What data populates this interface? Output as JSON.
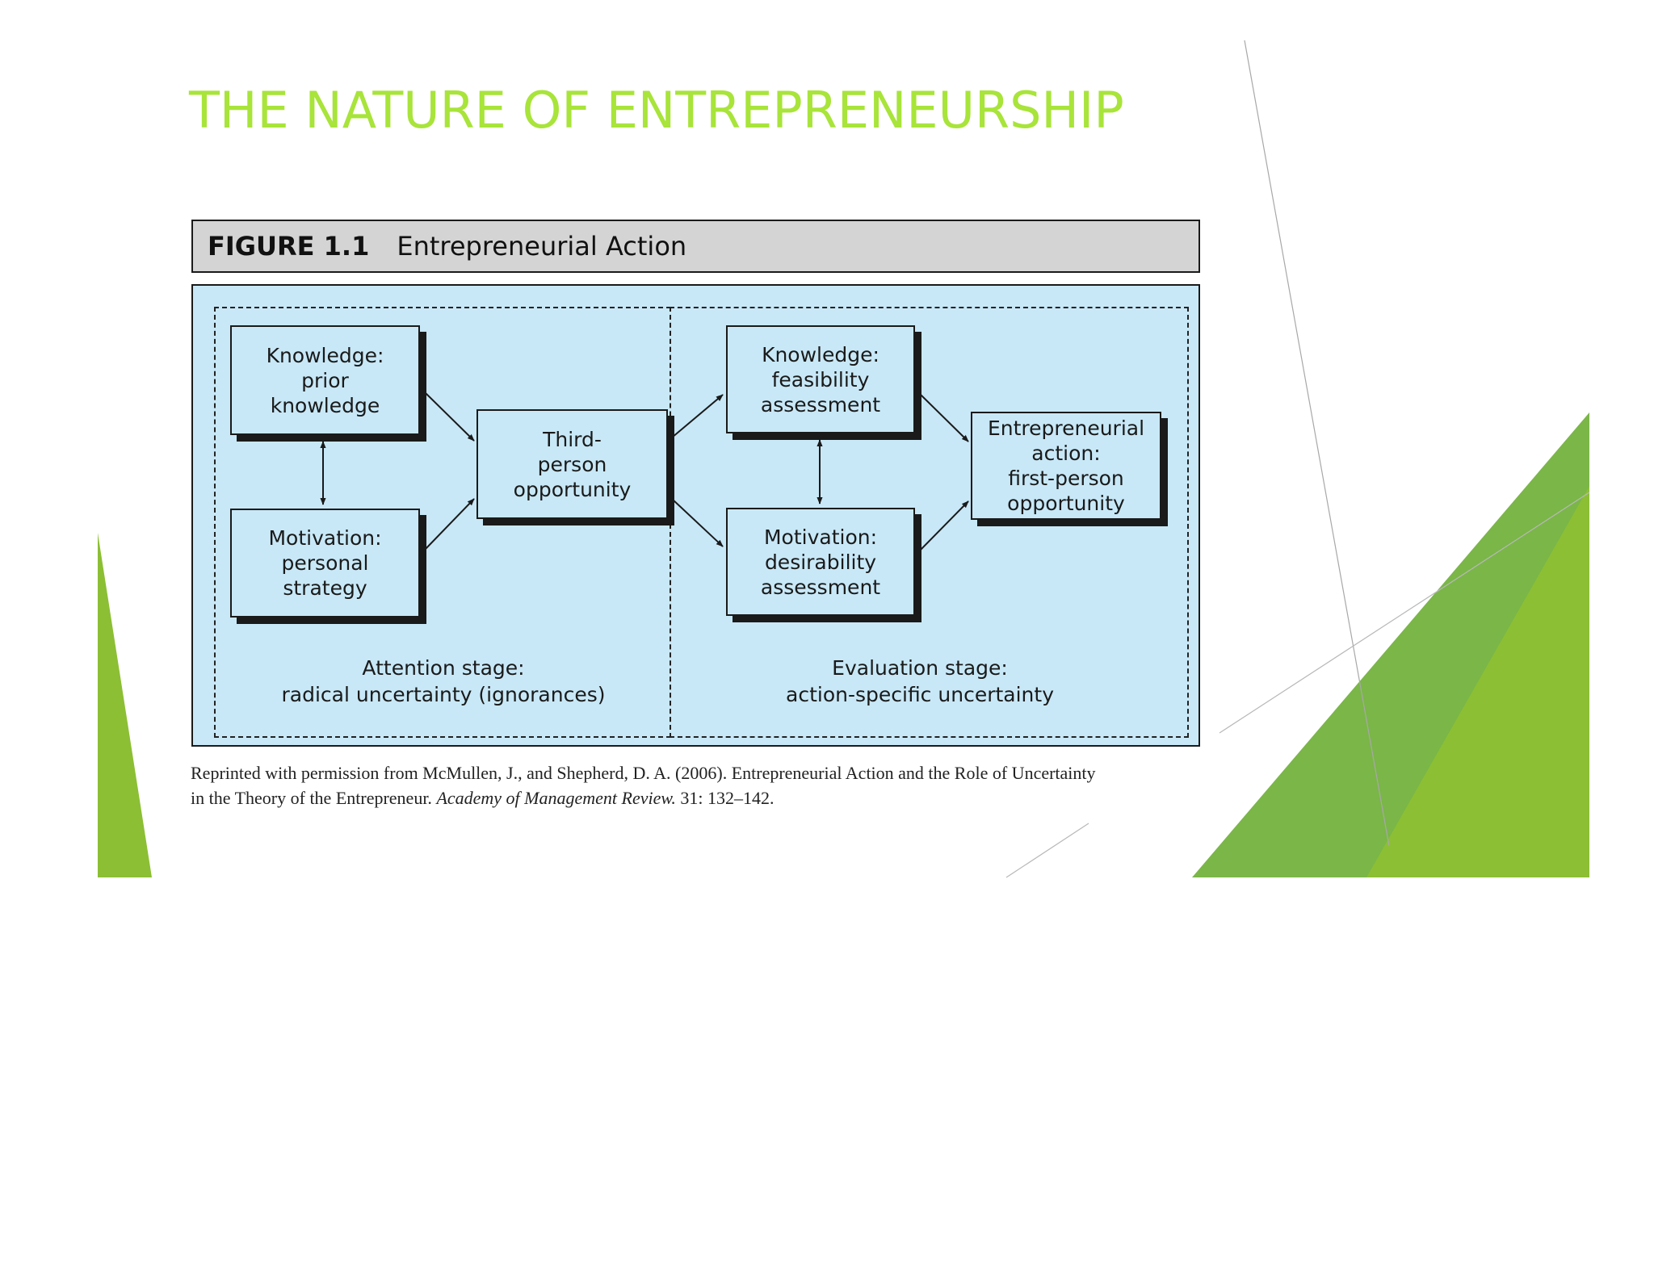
{
  "slide": {
    "title": "THE NATURE OF ENTREPRENEURSHIP",
    "accent_colors": [
      "#a8e43a",
      "#8cbf34",
      "#7ab648"
    ]
  },
  "figure": {
    "number": "FIGURE 1.1",
    "title": "Entrepreneurial Action",
    "panel_color": "#c8e8f7",
    "boxes": {
      "knowledge_prior": [
        "Knowledge:",
        "prior",
        "knowledge"
      ],
      "motivation_personal": [
        "Motivation:",
        "personal",
        "strategy"
      ],
      "third_person": [
        "Third-",
        "person",
        "opportunity"
      ],
      "knowledge_feasibility": [
        "Knowledge:",
        "feasibility",
        "assessment"
      ],
      "motivation_desirability": [
        "Motivation:",
        "desirability",
        "assessment"
      ],
      "entrepreneurial_action": [
        "Entrepreneurial",
        "action:",
        "first-person",
        "opportunity"
      ]
    },
    "stages": {
      "attention": [
        "Attention stage:",
        "radical uncertainty (ignorances)"
      ],
      "evaluation": [
        "Evaluation stage:",
        "action-specific uncertainty"
      ]
    },
    "connections": [
      {
        "from": "knowledge_prior",
        "to": "third_person",
        "type": "one-way"
      },
      {
        "from": "motivation_personal",
        "to": "third_person",
        "type": "one-way"
      },
      {
        "from": "knowledge_prior",
        "to": "motivation_personal",
        "type": "two-way"
      },
      {
        "from": "third_person",
        "to": "knowledge_feasibility",
        "type": "one-way"
      },
      {
        "from": "third_person",
        "to": "motivation_desirability",
        "type": "one-way"
      },
      {
        "from": "knowledge_feasibility",
        "to": "motivation_desirability",
        "type": "two-way"
      },
      {
        "from": "knowledge_feasibility",
        "to": "entrepreneurial_action",
        "type": "one-way"
      },
      {
        "from": "motivation_desirability",
        "to": "entrepreneurial_action",
        "type": "one-way"
      }
    ]
  },
  "citation": {
    "line1": "Reprinted with permission from McMullen, J., and Shepherd, D. A. (2006). Entrepreneurial Action and the Role of Uncertainty",
    "line2_prefix": "in the Theory of the Entrepreneur. ",
    "journal": "Academy of Management Review.",
    "line2_suffix": " 31: 132–142."
  }
}
